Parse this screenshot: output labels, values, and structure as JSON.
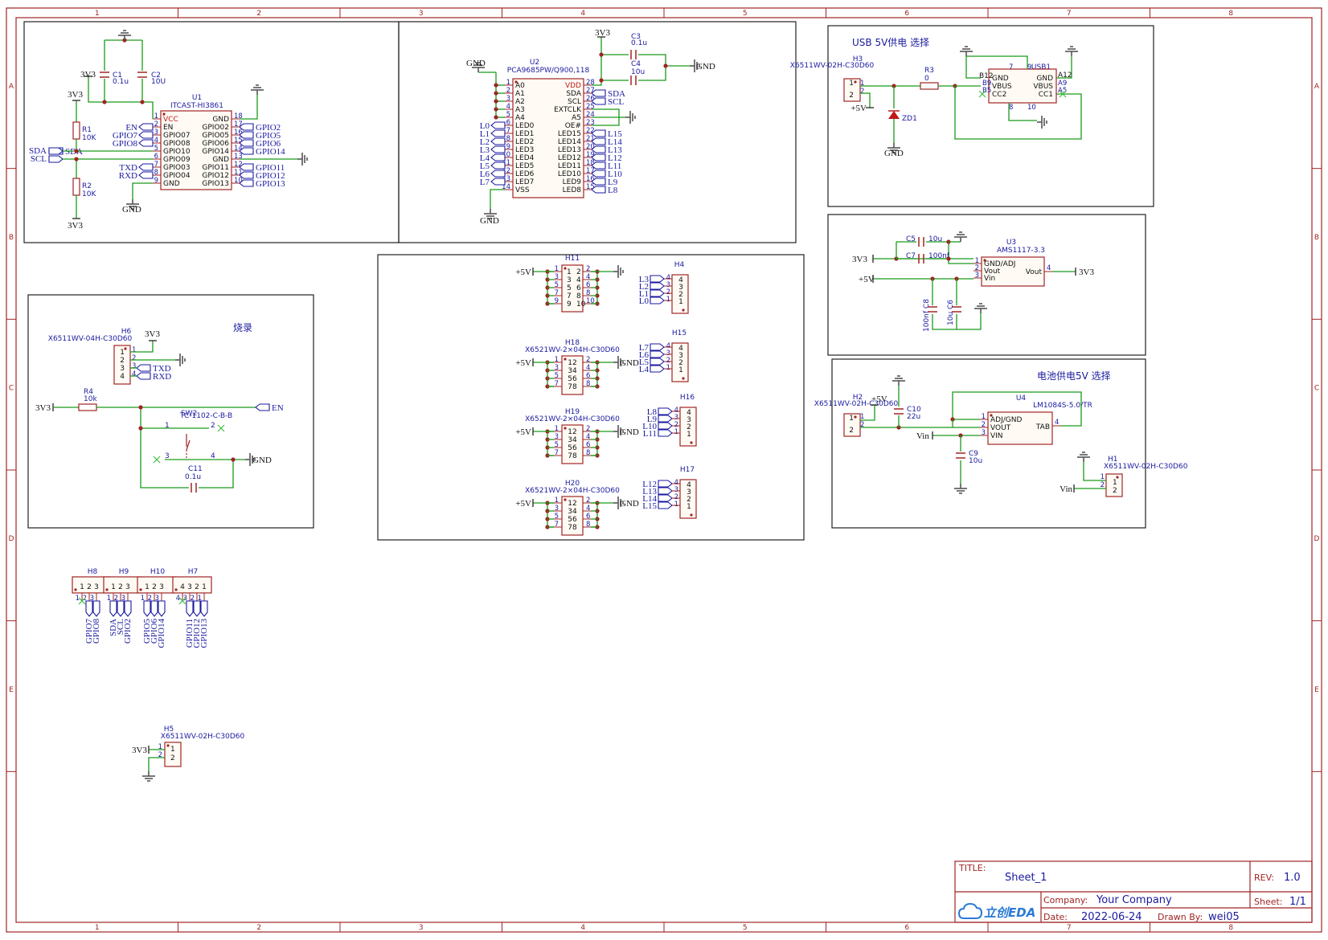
{
  "ruler": {
    "cols": [
      "1",
      "2",
      "3",
      "4",
      "5",
      "6",
      "7",
      "8"
    ],
    "rows": [
      "A",
      "B",
      "C",
      "D",
      "E"
    ]
  },
  "blocks": {
    "usb5v": "USB 5V供电 选择",
    "burn": "烧录",
    "battery": "电池供电5V 选择"
  },
  "u1": {
    "ref": "U1",
    "part": "ITCAST-HI3861",
    "left": [
      "VCC",
      "EN",
      "GPIO07",
      "GPIO08",
      "GPIO10",
      "GPIO09",
      "GPIO03",
      "GPIO04",
      "GND"
    ],
    "left_pins": [
      "1",
      "2",
      "3",
      "4",
      "5",
      "6",
      "7",
      "8",
      "9"
    ],
    "right": [
      "GND",
      "GPIO02",
      "GPIO05",
      "GPIO06",
      "GPIO14",
      "GND",
      "GPIO11",
      "GPIO12",
      "GPIO13"
    ],
    "right_pins": [
      "18",
      "17",
      "16",
      "15",
      "14",
      "13",
      "12",
      "11",
      "10"
    ],
    "left_nets": [
      "EN",
      "GPIO7",
      "GPIO8",
      "SDA",
      "SCL",
      "TXD",
      "RXD"
    ],
    "right_nets": [
      "GPIO2",
      "GPIO5",
      "GPIO6",
      "GPIO14",
      "GPIO11",
      "GPIO12",
      "GPIO13"
    ]
  },
  "u1_passives": {
    "c1": [
      "C1",
      "0.1u"
    ],
    "c2": [
      "C2",
      "10U"
    ],
    "r1": [
      "R1",
      "10K"
    ],
    "r2": [
      "R2",
      "10K"
    ],
    "v3a": "3V3",
    "v3b": "3V3",
    "v3c": "3V3",
    "gnd": "GND"
  },
  "u2": {
    "ref": "U2",
    "part": "PCA9685PW/Q900,118",
    "left": [
      "A0",
      "A1",
      "A2",
      "A3",
      "A4",
      "LED0",
      "LED1",
      "LED2",
      "LED3",
      "LED4",
      "LED5",
      "LED6",
      "LED7",
      "VSS"
    ],
    "left_pins": [
      "1",
      "2",
      "3",
      "4",
      "5",
      "6",
      "7",
      "8",
      "9",
      "10",
      "11",
      "12",
      "13",
      "14"
    ],
    "right": [
      "VDD",
      "SDA",
      "SCL",
      "EXTCLK",
      "A5",
      "OE#",
      "LED15",
      "LED14",
      "LED13",
      "LED12",
      "LED11",
      "LED10",
      "LED9",
      "LED8"
    ],
    "right_pins": [
      "28",
      "27",
      "26",
      "25",
      "24",
      "23",
      "22",
      "21",
      "20",
      "19",
      "18",
      "17",
      "16",
      "15"
    ],
    "left_nets": [
      "L0",
      "L1",
      "L2",
      "L3",
      "L4",
      "L5",
      "L6",
      "L7"
    ],
    "right_nets": [
      "SDA",
      "SCL",
      "L15",
      "L14",
      "L13",
      "L12",
      "L11",
      "L10",
      "L9",
      "L8"
    ],
    "gnd1": "GND",
    "gnd2": "GND",
    "gnd3": "GND",
    "v3": "3V3",
    "c3": [
      "C3",
      "0.1u"
    ],
    "c4": [
      "C4",
      "10u"
    ]
  },
  "usb": {
    "h3": [
      "H3",
      "X6511WV-02H-C30D60"
    ],
    "r3": [
      "R3",
      "0"
    ],
    "zd1": "ZD1",
    "p5v": "+5V",
    "gnd": "GND",
    "usb1": "USB1",
    "l_pins": [
      "B12",
      "B9",
      "B5"
    ],
    "l_names": [
      "GND",
      "VBUS",
      "CC2"
    ],
    "r_pins": [
      "A12",
      "A9",
      "A5"
    ],
    "r_names": [
      "GND",
      "VBUS",
      "CC1"
    ],
    "top_pins": [
      "7",
      "9"
    ],
    "bot_pins": [
      "8",
      "10"
    ],
    "h3_pins": [
      "1",
      "2"
    ]
  },
  "u3": {
    "ref": "U3",
    "part": "AMS1117-3.3",
    "pins_l": [
      "GND/ADJ",
      "Vout",
      "Vin"
    ],
    "pin_nums": [
      "1",
      "2",
      "3"
    ],
    "pin_r": "Vout",
    "pin_r_num": "4",
    "c5": [
      "C5",
      "10u"
    ],
    "c7": [
      "C7",
      "100nf"
    ],
    "c8": [
      "C8",
      "100nf"
    ],
    "c6": [
      "C6",
      "10u"
    ],
    "v3in": "3V3",
    "p5v": "+5V",
    "v3out": "3V3"
  },
  "u4": {
    "ref": "U4",
    "part": "LM1084S-5.0/TR",
    "pins_l": [
      "ADJ/GND",
      "VOUT",
      "VIN"
    ],
    "pin_nums": [
      "1",
      "2",
      "3"
    ],
    "pin_r": "TAB",
    "pin_r_num": "4",
    "h2": [
      "H2",
      "X6511WV-02H-C30D60"
    ],
    "p5v": "+5V",
    "c10": [
      "C10",
      "22u"
    ],
    "c9": [
      "C9",
      "10u"
    ],
    "vin": "Vin",
    "h1": [
      "H1",
      "X6511WV-02H-C30D60"
    ],
    "vin2": "Vin",
    "h2_pins": [
      "1",
      "2"
    ],
    "h1_pins": [
      "1",
      "2"
    ]
  },
  "burn": {
    "h6": [
      "H6",
      "X6511WV-04H-C30D60"
    ],
    "v3": "3V3",
    "h6_pins": [
      "1",
      "2",
      "3",
      "4"
    ],
    "nets": [
      "TXD",
      "RXD"
    ],
    "r4": [
      "R4",
      "10k"
    ],
    "v3b": "3V3",
    "sw2": [
      "SW2",
      "TC-1102-C-B-B"
    ],
    "en": "EN",
    "sw_pins": [
      "1",
      "2",
      "3",
      "4"
    ],
    "c11": [
      "C11",
      "0.1u"
    ],
    "gnd": "GND"
  },
  "headers": {
    "h11": {
      "ref": "H11",
      "part": "",
      "left": [
        "1",
        "3",
        "5",
        "7",
        "9"
      ],
      "right": [
        "2",
        "4",
        "6",
        "8",
        "10"
      ],
      "lp": [
        "1",
        "3",
        "5",
        "7",
        "9"
      ],
      "rp": [
        "2",
        "4",
        "6",
        "8",
        "10"
      ],
      "p5v": "+5V",
      "gnd": ""
    },
    "h18": {
      "ref": "H18",
      "part": "X6521WV-2×04H-C30D60",
      "left": [
        "1",
        "3",
        "5",
        "7"
      ],
      "right": [
        "2",
        "4",
        "6",
        "8"
      ],
      "lp": [
        "1",
        "3",
        "5",
        "7"
      ],
      "rp": [
        "2",
        "4",
        "6",
        "8"
      ],
      "p5v": "+5V",
      "gnd": "GND"
    },
    "h19": {
      "ref": "H19",
      "part": "X6521WV-2×04H-C30D60",
      "left": [
        "1",
        "3",
        "5",
        "7"
      ],
      "right": [
        "2",
        "4",
        "6",
        "8"
      ],
      "lp": [
        "1",
        "3",
        "5",
        "7"
      ],
      "rp": [
        "2",
        "4",
        "6",
        "8"
      ],
      "p5v": "+5V",
      "gnd": "GND"
    },
    "h20": {
      "ref": "H20",
      "part": "X6521WV-2×04H-C30D60",
      "left": [
        "1",
        "3",
        "5",
        "7"
      ],
      "right": [
        "2",
        "4",
        "6",
        "8"
      ],
      "lp": [
        "1",
        "3",
        "5",
        "7"
      ],
      "rp": [
        "2",
        "4",
        "6",
        "8"
      ],
      "p5v": "+5V",
      "gnd": "GND"
    }
  },
  "small_headers": {
    "h4": {
      "ref": "H4",
      "nets": [
        "L3",
        "L2",
        "L1",
        "L0"
      ],
      "pins": [
        "4",
        "3",
        "2",
        "1"
      ]
    },
    "h15": {
      "ref": "H15",
      "nets": [
        "L7",
        "L6",
        "L5",
        "L4"
      ],
      "pins": [
        "4",
        "3",
        "2",
        "1"
      ]
    },
    "h16": {
      "ref": "H16",
      "nets": [
        "L8",
        "L9",
        "L10",
        "L11"
      ],
      "pins": [
        "4",
        "3",
        "2",
        "1"
      ]
    },
    "h17": {
      "ref": "H17",
      "nets": [
        "L12",
        "L13",
        "L14",
        "L15"
      ],
      "pins": [
        "4",
        "3",
        "2",
        "1"
      ]
    }
  },
  "bottom_headers": {
    "h8": {
      "ref": "H8",
      "pins": [
        "1",
        "2",
        "3"
      ],
      "nets": [
        "GPIO7",
        "GPIO8"
      ]
    },
    "h9": {
      "ref": "H9",
      "pins": [
        "1",
        "2",
        "3"
      ],
      "nets": [
        "SDA",
        "SCL",
        "GPIO2"
      ]
    },
    "h10": {
      "ref": "H10",
      "pins": [
        "1",
        "2",
        "3"
      ],
      "nets": [
        "GPIO5",
        "GPIO6",
        "GPIO14"
      ]
    },
    "h7": {
      "ref": "H7",
      "pins": [
        "4",
        "3",
        "2",
        "1"
      ],
      "nets": [
        "GPIO11",
        "GPIO12",
        "GPIO13"
      ]
    }
  },
  "h5": {
    "ref": "H5",
    "part": "X6511WV-02H-C30D60",
    "v3": "3V3",
    "pins": [
      "1",
      "2"
    ]
  },
  "title_block": {
    "title_label": "TITLE:",
    "title": "Sheet_1",
    "rev_label": "REV:",
    "rev": "1.0",
    "company_label": "Company:",
    "company": "Your Company",
    "sheet_label": "Sheet:",
    "sheet": "1/1",
    "date_label": "Date:",
    "date": "2022-06-24",
    "drawn_label": "Drawn By:",
    "drawn": "wei05",
    "logo": "立创EDA"
  }
}
